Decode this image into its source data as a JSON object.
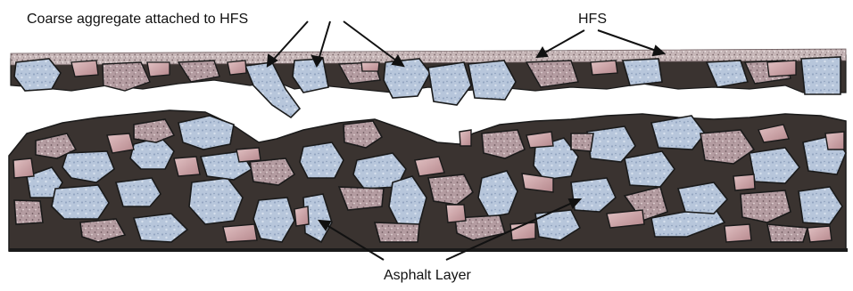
{
  "labels": {
    "coarse_aggregate": "Coarse aggregate attached to HFS",
    "hfs": "HFS",
    "asphalt_layer": "Asphalt Layer"
  },
  "colors": {
    "binder": "#3a3330",
    "blue_stone": "#b9c8dc",
    "pink_stone": "#c9a5a8",
    "speckled_stone": "#b39aa0",
    "surface_grit": "#c4b5b6",
    "outline": "#1a1a1a"
  }
}
